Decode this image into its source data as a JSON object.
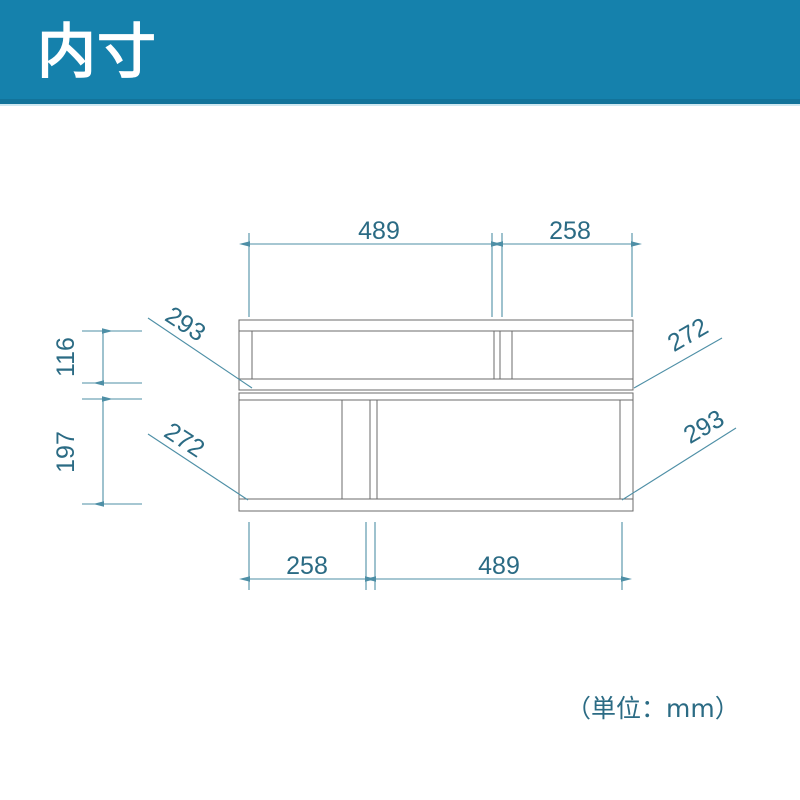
{
  "header": {
    "title": "内寸",
    "background_color": "#1581ac",
    "text_color": "#ffffff"
  },
  "footer": {
    "unit_note": "（単位：mm）"
  },
  "colors": {
    "dimension_text": "#2b6b84",
    "dimension_line": "#4e8fa6",
    "outline": "#6b6b6b",
    "header_band": "#1581ac"
  },
  "drawing": {
    "type": "technical-dimension-drawing",
    "view": "front-elevation",
    "unit": "mm",
    "description": "Two-tier shelf/TV-board front view with interior compartment dimensions",
    "dimensions": {
      "top": [
        {
          "id": "top-left",
          "label": "489",
          "value": 489,
          "position": "top",
          "order": 1
        },
        {
          "id": "top-right",
          "label": "258",
          "value": 258,
          "position": "top",
          "order": 2
        }
      ],
      "bottom": [
        {
          "id": "bottom-left",
          "label": "258",
          "value": 258,
          "position": "bottom",
          "order": 1
        },
        {
          "id": "bottom-right",
          "label": "489",
          "value": 489,
          "position": "bottom",
          "order": 2
        }
      ],
      "left": [
        {
          "id": "left-upper",
          "label": "116",
          "value": 116,
          "position": "left",
          "order": 1
        },
        {
          "id": "left-lower",
          "label": "197",
          "value": 197,
          "position": "left",
          "order": 2
        }
      ],
      "leaders": [
        {
          "id": "leader-upper-left",
          "label": "293",
          "value": 293,
          "side": "left",
          "tier": "upper"
        },
        {
          "id": "leader-lower-left",
          "label": "272",
          "value": 272,
          "side": "left",
          "tier": "lower"
        },
        {
          "id": "leader-upper-right",
          "label": "272",
          "value": 272,
          "side": "right",
          "tier": "upper"
        },
        {
          "id": "leader-lower-right",
          "label": "293",
          "value": 293,
          "side": "right",
          "tier": "lower"
        }
      ]
    }
  }
}
